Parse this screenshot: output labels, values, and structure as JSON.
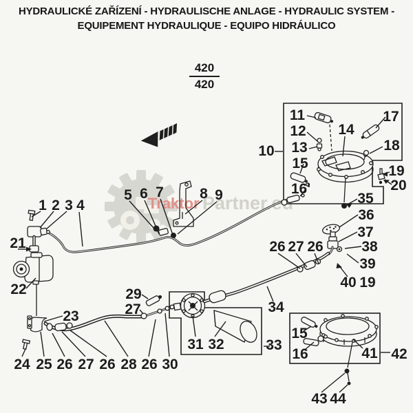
{
  "title": {
    "line1": "HYDRAULICKÉ ZAŘÍZENÍ - HYDRAULISCHE ANLAGE - HYDRAULIC SYSTEM -",
    "line2": "EQUIPEMENT HYDRAULIQUE - EQUIPO HIDRÁULICO"
  },
  "figure_number": {
    "numerator": "420",
    "denominator": "420"
  },
  "watermark": {
    "primary": "Traktor",
    "secondary": "Partner.eu"
  },
  "colors": {
    "ink": "#1f1f1f",
    "paper": "#f6f7f2",
    "watermark_red": "#e2908a",
    "watermark_gray": "#d2d2cb"
  },
  "callouts": [
    {
      "text": "1"
    },
    {
      "text": "2"
    },
    {
      "text": "3"
    },
    {
      "text": "4"
    },
    {
      "text": "5"
    },
    {
      "text": "6"
    },
    {
      "text": "7"
    },
    {
      "text": "8"
    },
    {
      "text": "9"
    },
    {
      "text": "10"
    },
    {
      "text": "11"
    },
    {
      "text": "12"
    },
    {
      "text": "13"
    },
    {
      "text": "14"
    },
    {
      "text": "15"
    },
    {
      "text": "16'"
    },
    {
      "text": "17"
    },
    {
      "text": "18"
    },
    {
      "text": "19"
    },
    {
      "text": "20"
    },
    {
      "text": "35"
    },
    {
      "text": "36"
    },
    {
      "text": "37"
    },
    {
      "text": "38"
    },
    {
      "text": "39"
    },
    {
      "text": "40"
    },
    {
      "text": "19"
    },
    {
      "text": "26"
    },
    {
      "text": "27"
    },
    {
      "text": "26"
    },
    {
      "text": "34"
    },
    {
      "text": "29"
    },
    {
      "text": "27"
    },
    {
      "text": "21"
    },
    {
      "text": "22"
    },
    {
      "text": "23"
    },
    {
      "text": "24"
    },
    {
      "text": "25"
    },
    {
      "text": "26"
    },
    {
      "text": "27"
    },
    {
      "text": "26"
    },
    {
      "text": "28"
    },
    {
      "text": "26"
    },
    {
      "text": "30"
    },
    {
      "text": "31"
    },
    {
      "text": "32"
    },
    {
      "text": "33"
    },
    {
      "text": "15"
    },
    {
      "text": "16"
    },
    {
      "text": "41"
    },
    {
      "text": "42"
    },
    {
      "text": "43"
    },
    {
      "text": "44"
    }
  ]
}
